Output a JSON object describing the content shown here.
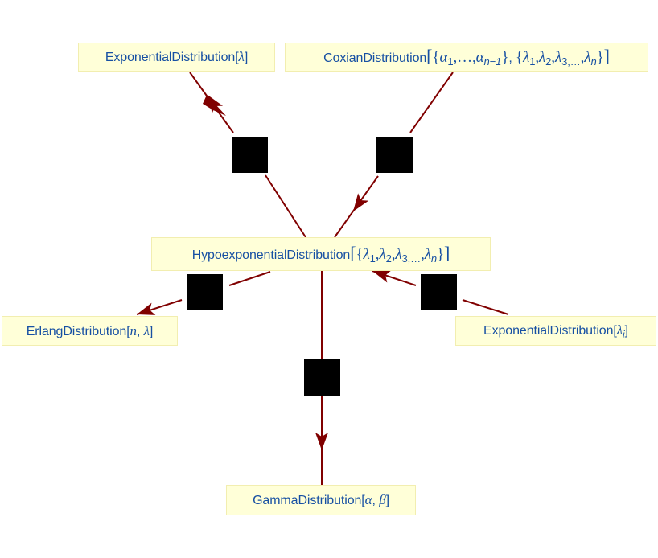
{
  "diagram": {
    "title": "",
    "colors": {
      "node_fill": "#ffffd8",
      "node_border": "#f2eeb0",
      "node_text": "#1750a3",
      "edge": "#800000",
      "hub": "#000000"
    },
    "nodes": {
      "exponential": {
        "name": "ExponentialDistribution",
        "args": "[λ]",
        "label": "ExponentialDistribution[λ]"
      },
      "coxian": {
        "name": "CoxianDistribution",
        "label": "CoxianDistribution[{α1,…,αn−1}, {λ1,λ2,λ3,…,λn}]",
        "alpha_first": "α",
        "alpha_first_sub": "1",
        "ellipsis": "…",
        "alpha_last": "α",
        "alpha_last_sub": "n−1",
        "lambda": "λ",
        "sub1": "1",
        "sub2": "2",
        "sub3": "3",
        "subn": "n"
      },
      "hypoexponential": {
        "name": "HypoexponentialDistribution",
        "label": "HypoexponentialDistribution[{λ1,λ2,λ3,…,λn}]",
        "lambda": "λ",
        "sub1": "1",
        "sub2": "2",
        "sub3": "3",
        "ellipsis": "…",
        "subn": "n"
      },
      "erlang": {
        "name": "ErlangDistribution",
        "arg1": "n",
        "arg2": "λ",
        "label": "ErlangDistribution[n, λ]"
      },
      "exponential_i": {
        "name": "ExponentialDistribution",
        "arg": "λ",
        "sub": "i",
        "label": "ExponentialDistribution[λi]"
      },
      "gamma": {
        "name": "GammaDistribution",
        "arg1": "α",
        "arg2": "β",
        "label": "GammaDistribution[α, β]"
      }
    },
    "edges": [
      {
        "from": "hypoexponential",
        "to": "exponential",
        "via_hub": "hub-1"
      },
      {
        "from": "coxian",
        "to": "hypoexponential",
        "via_hub": "hub-2"
      },
      {
        "from": "hypoexponential",
        "to": "erlang",
        "via_hub": "hub-3"
      },
      {
        "from": "exponential_i",
        "to": "hypoexponential",
        "via_hub": "hub-4"
      },
      {
        "from": "hypoexponential",
        "to": "gamma",
        "via_hub": "hub-5"
      }
    ],
    "punct": {
      "open_bracket": "[",
      "close_bracket": "]",
      "open_brace": "{",
      "close_brace": "}",
      "comma": ",",
      "comma_space": ", "
    }
  }
}
